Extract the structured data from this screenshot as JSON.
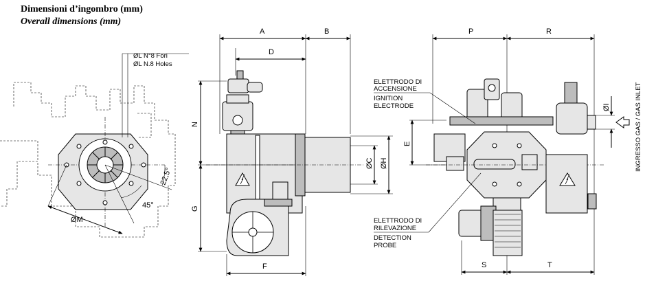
{
  "title": {
    "italian": "Dimensioni d’ingombro (mm)",
    "english": "Overall dimensions (mm)"
  },
  "dimensions": {
    "A": "A",
    "B": "B",
    "D": "D",
    "N": "N",
    "G": "G",
    "F": "F",
    "OC": "ØC",
    "OH": "ØH",
    "P": "P",
    "R": "R",
    "E": "E",
    "OI": "ØI",
    "S": "S",
    "T": "T",
    "OM": "ØM",
    "angle_225": "22,5°",
    "angle_45": "45°"
  },
  "holes": {
    "italian": "ØL N°8 Fori",
    "english": "ØL N.8 Holes"
  },
  "labels": {
    "ignition_it_1": "ELETTRODO DI",
    "ignition_it_2": "ACCENSIONE",
    "ignition_en_1": "IGNITION",
    "ignition_en_2": "ELECTRODE",
    "detection_it_1": "ELETTRODO DI",
    "detection_it_2": "RILEVAZIONE",
    "detection_en_1": "DETECTION",
    "detection_en_2": "PROBE",
    "gas_inlet": "INGRESSO GAS / GAS INLET"
  },
  "colors": {
    "line": "#000000",
    "fill_light": "#e6e6e6",
    "fill_dark": "#bdbdbd"
  }
}
